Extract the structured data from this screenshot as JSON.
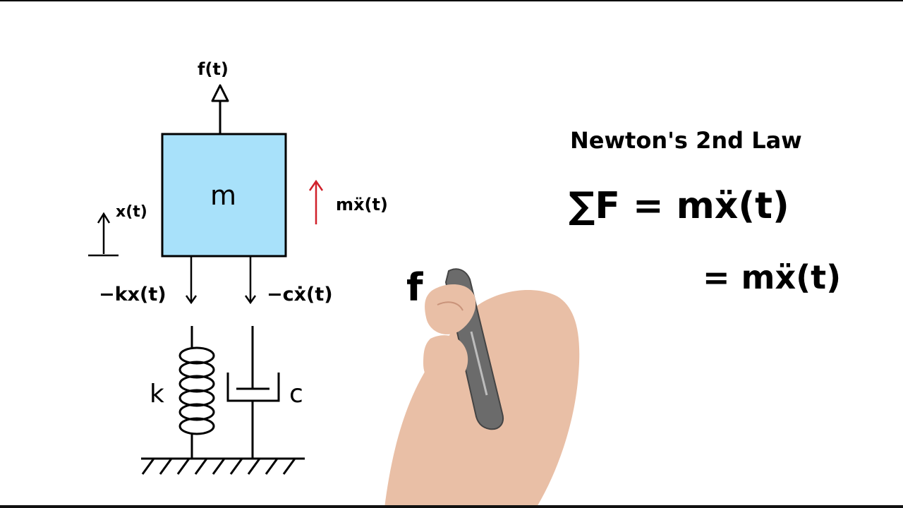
{
  "diagram": {
    "force_label": "f(t)",
    "mass_label": "m",
    "displacement_label": "x(t)",
    "inertia_label": "mẍ(t)",
    "spring_force_label": "−kx(t)",
    "damper_force_label": "−cẋ(t)",
    "spring_label": "k",
    "damper_label": "c"
  },
  "equations": {
    "title": "Newton's 2nd Law",
    "line1": "∑F = mẍ(t)",
    "line2": "= mẍ(t)",
    "partial": "f"
  },
  "colors": {
    "mass_fill": "#a8e1fa",
    "ink": "#000000",
    "inertia_arrow": "#d0202a",
    "skin": "#e9bfa6",
    "marker": "#6b6b6b"
  }
}
